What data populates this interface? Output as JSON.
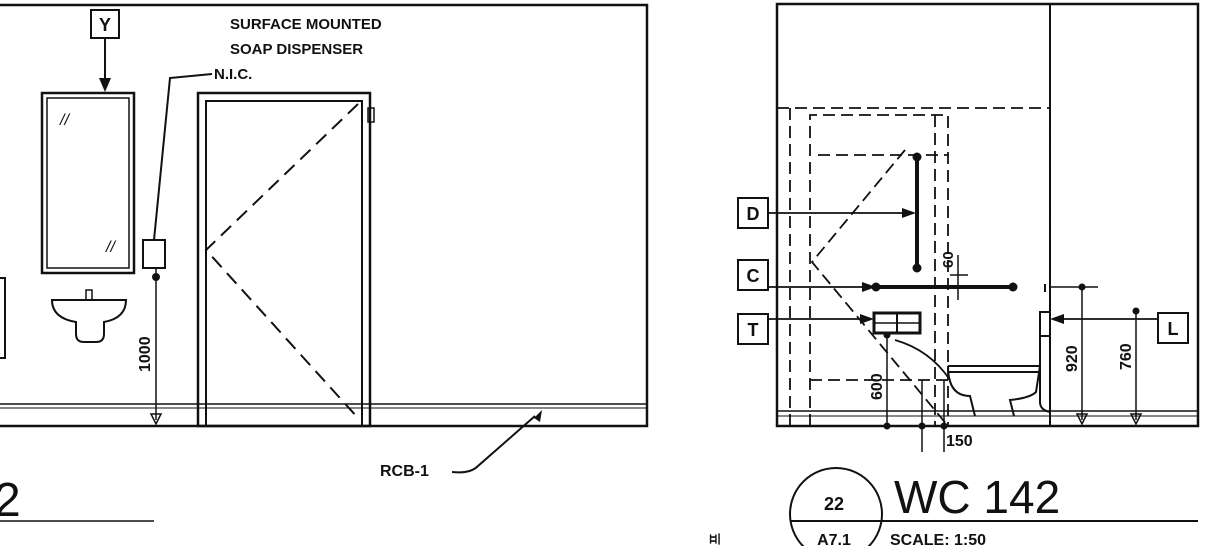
{
  "left_elevation": {
    "tag_y": "Y",
    "soap_line1": "SURFACE MOUNTED",
    "soap_line2": "SOAP DISPENSER",
    "soap_line3": "N.I.C.",
    "dim_1000": "1000",
    "rcb_label": "RCB-1",
    "mirror_mark_top": "//",
    "mirror_mark_bottom": "//",
    "title_fragment": "2"
  },
  "right_elevation": {
    "tag_d": "D",
    "tag_c": "C",
    "tag_t": "T",
    "tag_l": "L",
    "dim_60": "60",
    "dim_600": "600",
    "dim_920": "920",
    "dim_760": "760",
    "dim_150": "150",
    "title": "WC 142",
    "detail_number": "22",
    "sheet_number": "A7.1",
    "scale": "SCALE: 1:50"
  },
  "margin_mark": "프"
}
